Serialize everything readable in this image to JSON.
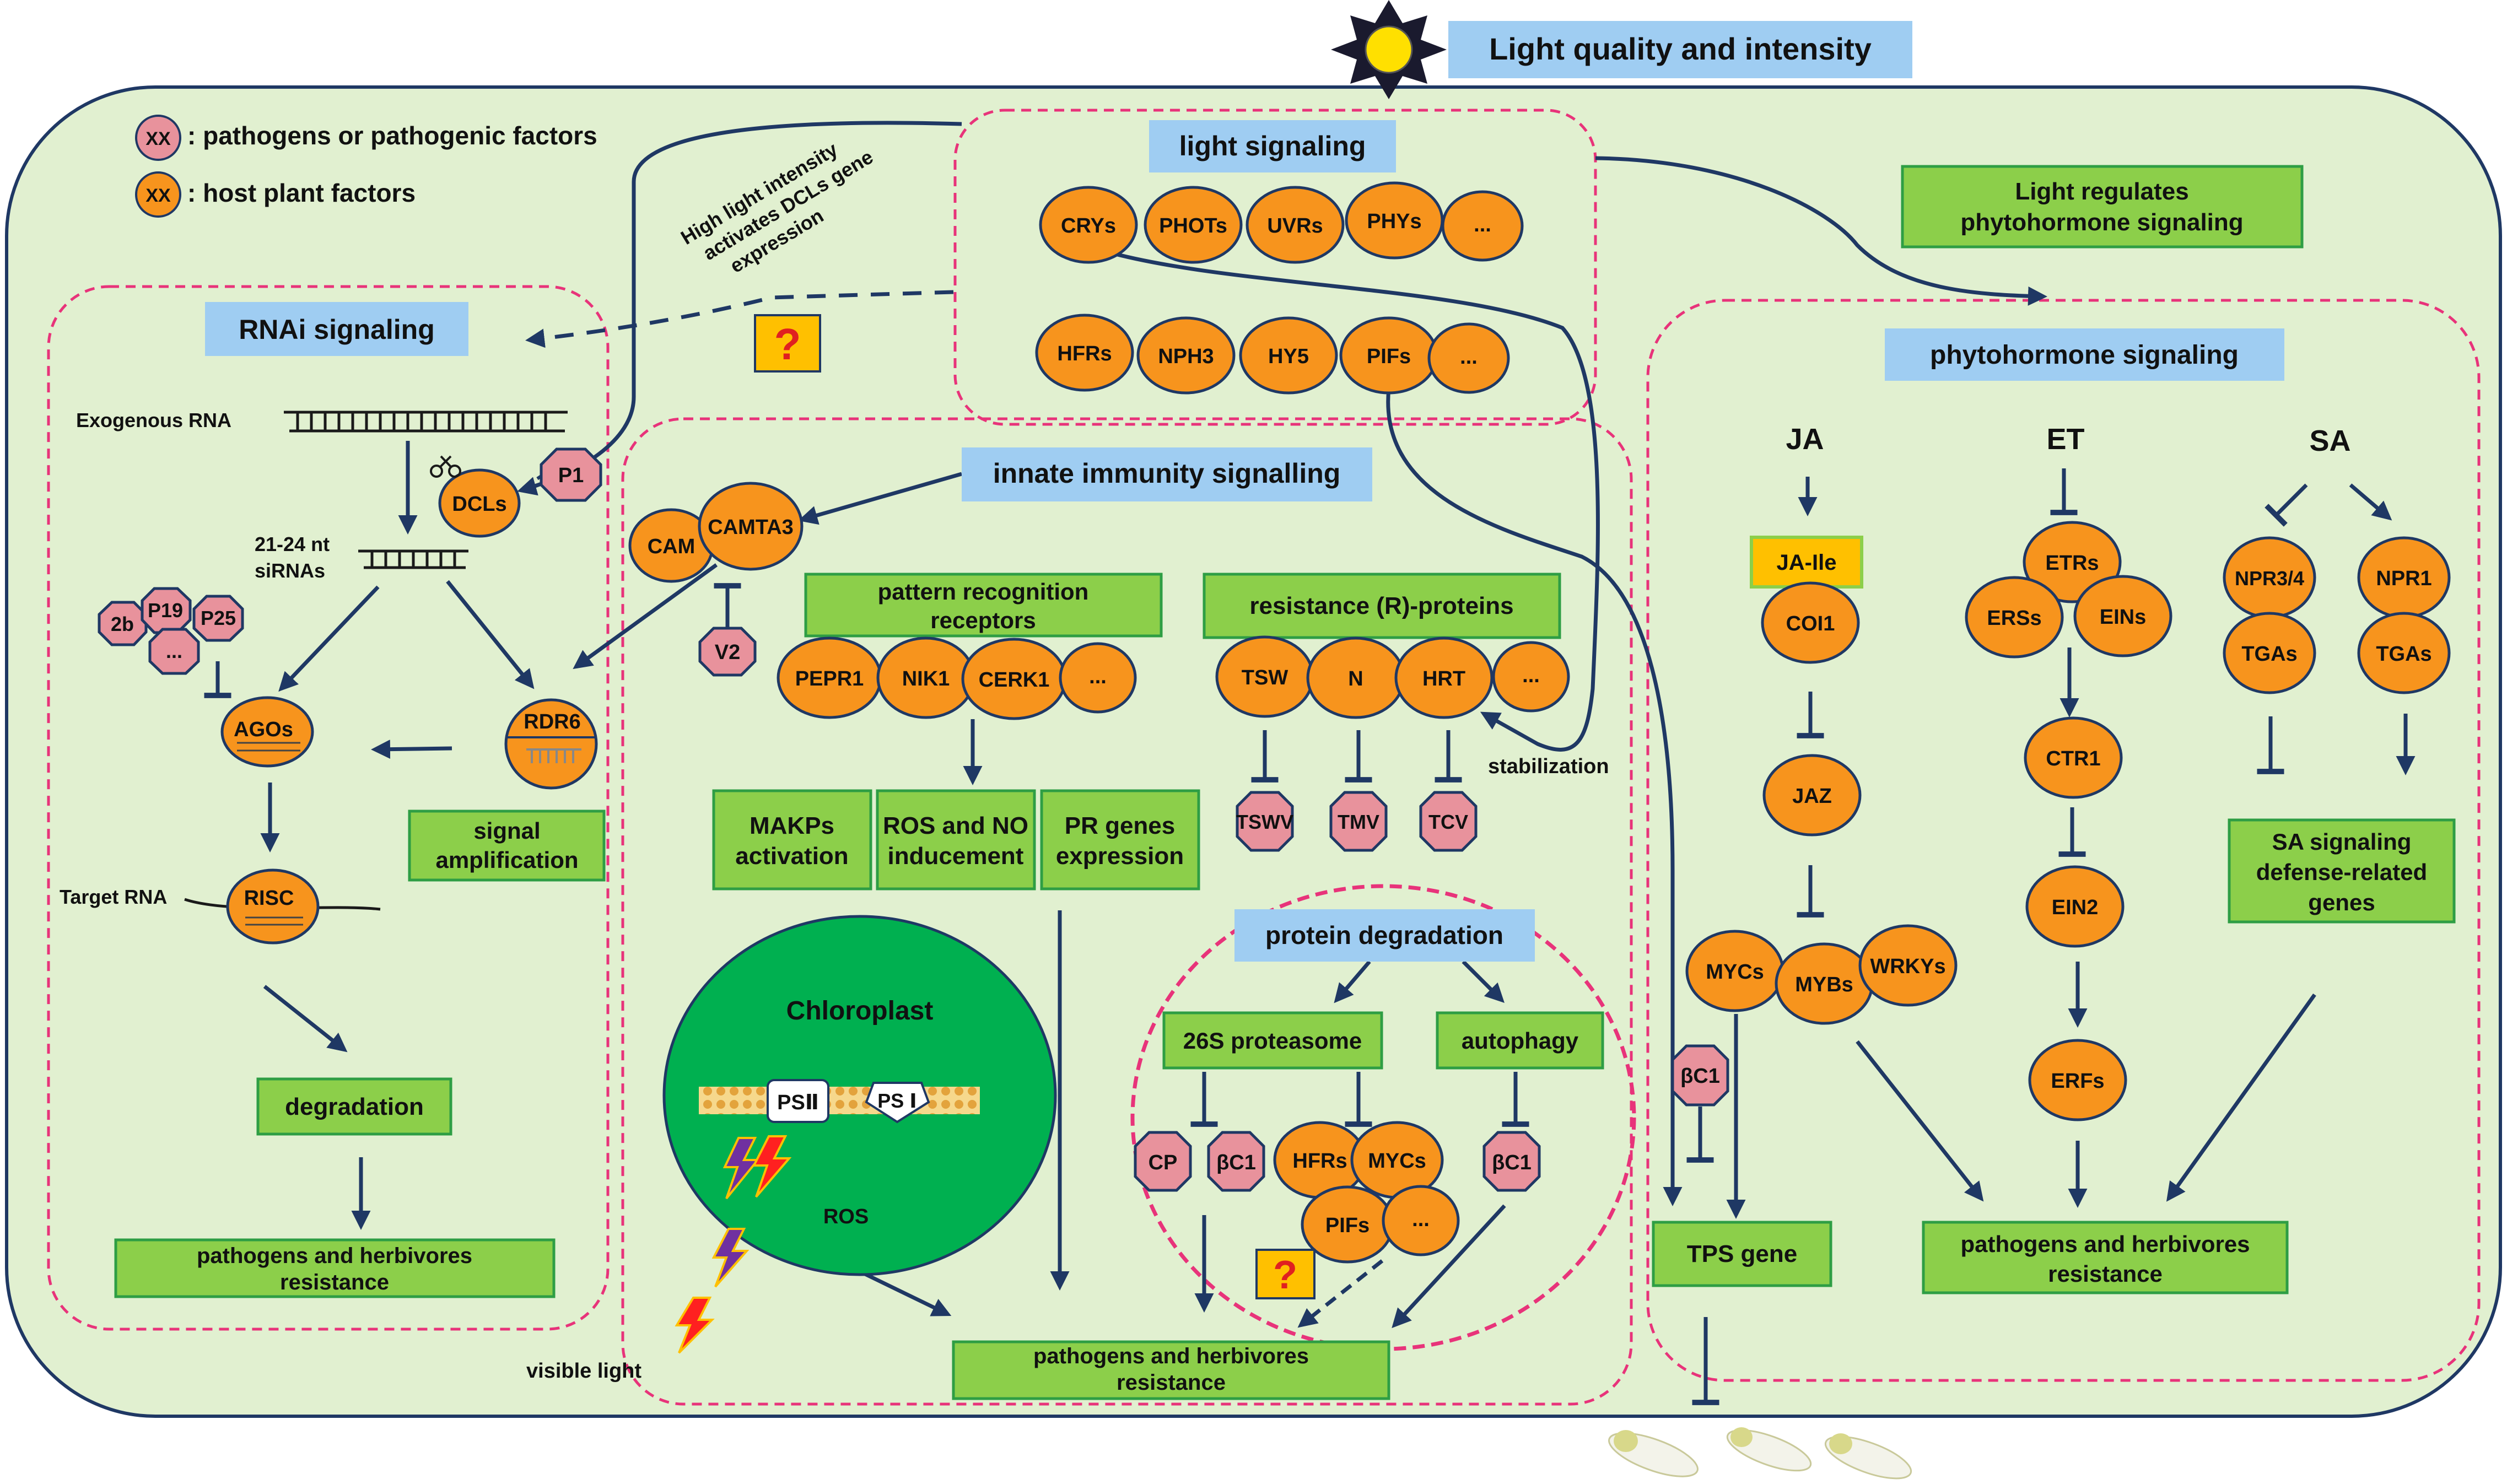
{
  "header": {
    "title": "Light quality and intensity"
  },
  "legend": {
    "symbol": "XX",
    "pathogen_label": ": pathogens or pathogenic factors",
    "host_label": ": host plant  factors"
  },
  "colors": {
    "cell_fill": "#e1f0d0",
    "cell_stroke": "#1f3864",
    "blue_box": "#9fcdf2",
    "green_box": "#8ccf4a",
    "host_node": "#f7941d",
    "pathogen_node": "#e8929c",
    "chloroplast": "#00b050",
    "dashed_border": "#e8337a",
    "arrow": "#1f3864",
    "question_fill": "#ffc000",
    "question_mark": "#e02020"
  },
  "light": {
    "title": "light signaling",
    "row1": [
      "CRYs",
      "PHOTs",
      "UVRs",
      "PHYs",
      "..."
    ],
    "row2": [
      "HFRs",
      "NPH3",
      "HY5",
      "PIFs",
      "..."
    ],
    "high_light_note": [
      "High light intensity",
      "activates DCLs gene",
      "expression"
    ],
    "question": "?"
  },
  "light_regulates": [
    "Light regulates",
    "phytohormone signaling"
  ],
  "rnai": {
    "title": "RNAi signaling",
    "exogenous_rna": "Exogenous RNA",
    "dcls": "DCLs",
    "p1": "P1",
    "sirna": [
      "21-24 nt",
      "siRNAs"
    ],
    "suppressors": [
      "2b",
      "P19",
      "P25",
      "..."
    ],
    "agos": "AGOs",
    "rdr6": "RDR6",
    "signal_amp": [
      "signal",
      "amplification"
    ],
    "target_rna": "Target RNA",
    "risc": "RISC",
    "degradation": "degradation",
    "resistance": [
      "pathogens and herbivores",
      "resistance"
    ]
  },
  "innate": {
    "title": "innate immunity signalling",
    "cam": "CAM",
    "camta3": "CAMTA3",
    "v2": "V2",
    "prr_title": [
      "pattern recognition",
      "receptors"
    ],
    "prrs": [
      "PEPR1",
      "NIK1",
      "CERK1",
      "..."
    ],
    "outputs": [
      [
        "MAKPs",
        "activation"
      ],
      [
        "ROS and NO",
        "inducement"
      ],
      [
        "PR genes",
        "expression"
      ]
    ],
    "r_title": "resistance (R)-proteins",
    "r_proteins": [
      "TSW",
      "N",
      "HRT",
      "..."
    ],
    "viruses": [
      "TSWV",
      "TMV",
      "TCV"
    ],
    "stabilization": "stabilization",
    "chloroplast": "Chloroplast",
    "psii": "PSⅡ",
    "psi": "PS Ⅰ",
    "ros": "ROS",
    "visible_light": "visible light",
    "resistance": [
      "pathogens and herbivores",
      "resistance"
    ]
  },
  "degradation": {
    "title": "protein degradation",
    "proteasome": "26S proteasome",
    "autophagy": "autophagy",
    "cp": "CP",
    "bc1": "βC1",
    "hfrs": "HFRs",
    "mycs": "MYCs",
    "pifs": "PIFs",
    "more": "...",
    "question": "?"
  },
  "phyto": {
    "title": "phytohormone signaling",
    "ja": "JA",
    "et": "ET",
    "sa": "SA",
    "ja_ile": "JA-Ile",
    "coi1": "COI1",
    "jaz": "JAZ",
    "mycs": "MYCs",
    "mybs": "MYBs",
    "wrkys": "WRKYs",
    "bc1": "βC1",
    "tps": "TPS gene",
    "etrs": "ETRs",
    "erss": "ERSs",
    "eins": "EINs",
    "ctr1": "CTR1",
    "ein2": "EIN2",
    "erfs": "ERFs",
    "npr34": "NPR3/4",
    "npr1": "NPR1",
    "tgas": "TGAs",
    "sa_box": [
      "SA signaling",
      "defense-related",
      "genes"
    ],
    "resistance": [
      "pathogens and herbivores",
      "resistance"
    ]
  }
}
